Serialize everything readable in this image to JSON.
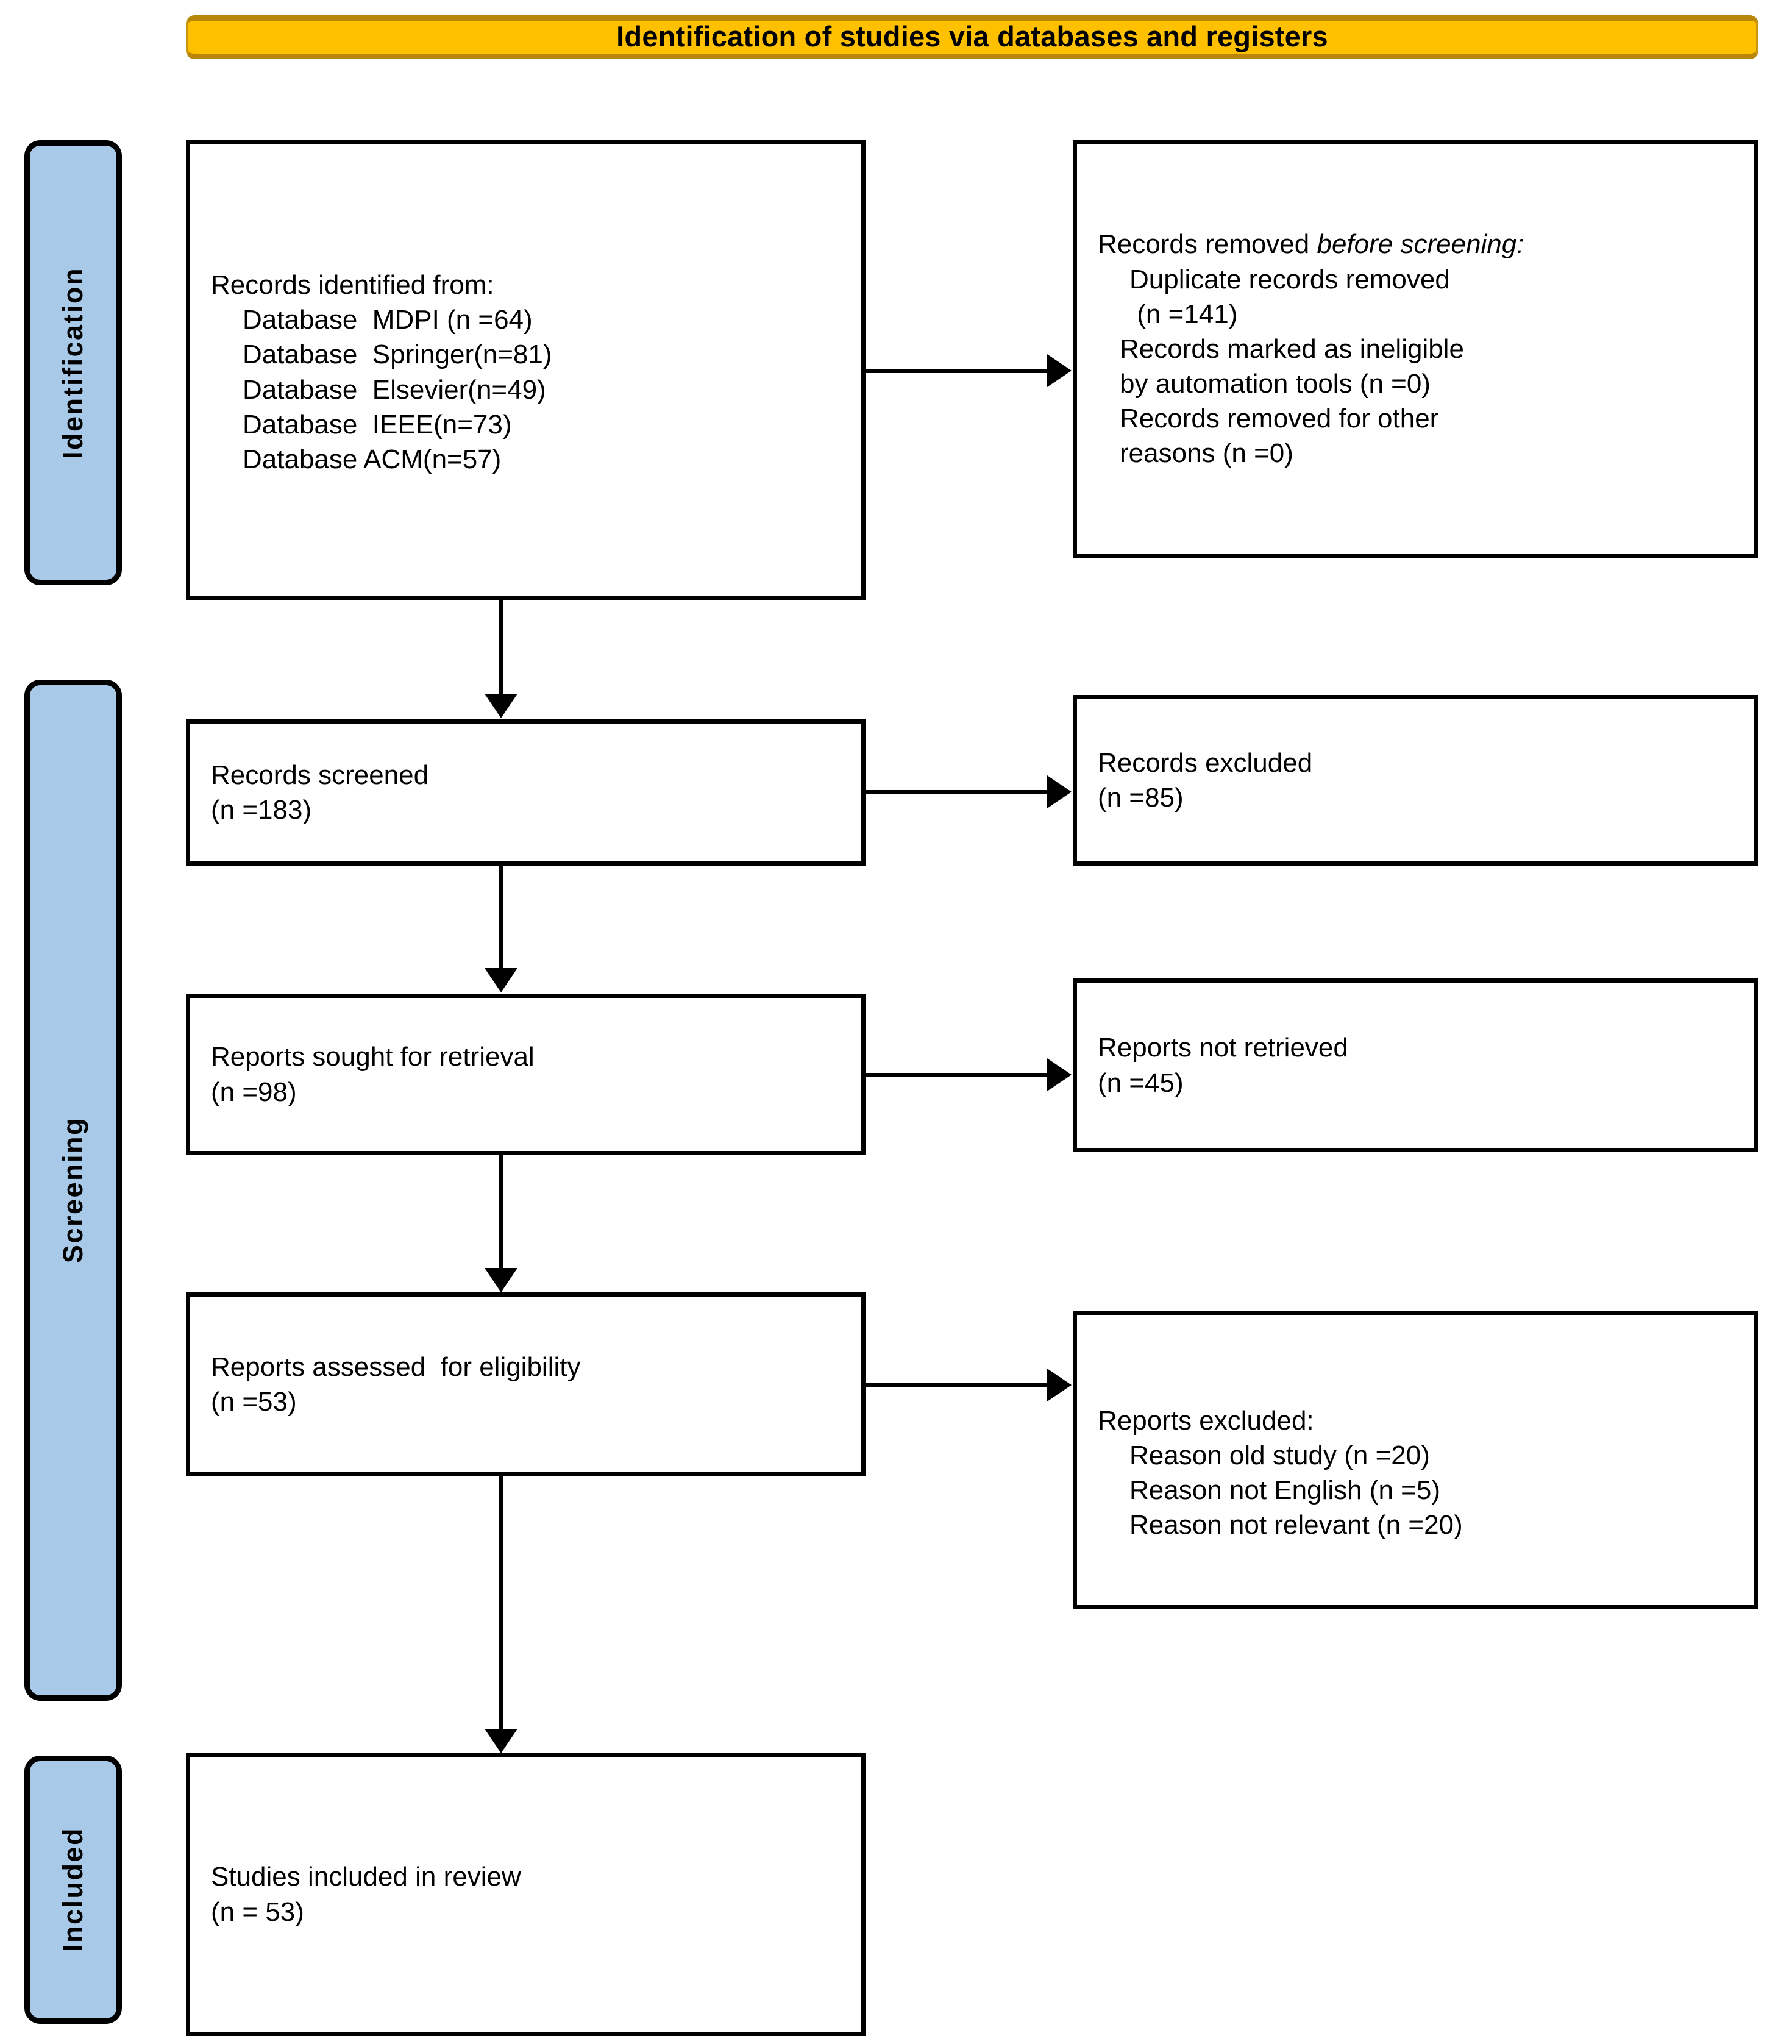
{
  "header": {
    "title": "Identification of studies via databases and registers",
    "bg_color": "#FFC000",
    "border_color": "#B8860B"
  },
  "stages": [
    {
      "id": "identification",
      "label": "Identification",
      "fill_color": "#A8C9E8"
    },
    {
      "id": "screening",
      "label": "Screening",
      "fill_color": "#A8C9E8"
    },
    {
      "id": "included",
      "label": "Included",
      "fill_color": "#A8C9E8"
    }
  ],
  "boxes": {
    "identified": {
      "heading": "Records identified from:",
      "items": [
        "Database  MDPI (n =64)",
        "Database  Springer(n=81)",
        "Database  Elsevier(n=49)",
        "Database  IEEE(n=73)",
        "Database ACM(n=57)"
      ]
    },
    "removed": {
      "heading_plain": "Records removed ",
      "heading_italic": "before screening",
      "heading_suffix": ":",
      "items": [
        "Duplicate records removed",
        " (n =141)",
        "Records marked as ineligible",
        "by automation tools (n =0)",
        "Records removed for other",
        "reasons (n =0)"
      ]
    },
    "screened": {
      "line1": "Records screened",
      "line2": "(n =183)"
    },
    "excluded_records": {
      "line1": "Records excluded",
      "line2": "(n =85)"
    },
    "sought": {
      "line1": "Reports sought for retrieval",
      "line2": "(n =98)"
    },
    "not_retrieved": {
      "line1": "Reports not retrieved",
      "line2": "(n =45)"
    },
    "assessed": {
      "line1": "Reports assessed  for eligibility",
      "line2": "(n =53)"
    },
    "reports_excluded": {
      "heading": "Reports excluded:",
      "items": [
        "Reason old study (n =20)",
        "Reason not English (n =5)",
        "Reason not relevant (n =20)"
      ]
    },
    "included": {
      "line1": "Studies included in review",
      "line2": "(n = 53)"
    }
  },
  "flow": {
    "arrow_color": "#000000"
  }
}
